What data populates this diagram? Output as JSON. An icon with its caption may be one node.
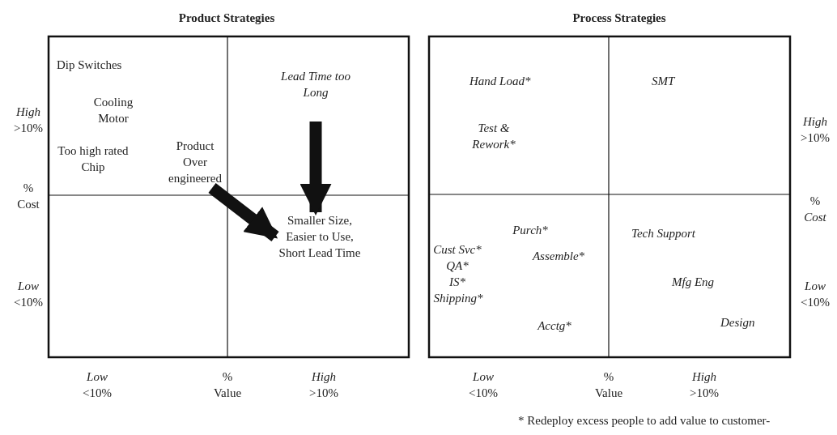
{
  "diagram": {
    "nodes": [
      {
        "text": [
          "Product Over engineered"
        ]
      },
      {
        "text": [
          "Lead Time too Long"
        ]
      },
      {
        "text": [
          "Smaller Size, Easier to Use, Short Lead Time"
        ]
      }
    ],
    "edges": [
      {
        "from": 1,
        "to": 2,
        "arrow": "to"
      },
      {
        "from": 0,
        "to": 2,
        "arrow": "to"
      }
    ],
    "labels": [
      "Product Strategies",
      "Process Strategies",
      "Dip Switches",
      "Cooling Motor",
      "Too high rated Chip",
      "Hand Load*",
      "SMT",
      "Test & Rework*",
      "Purch*",
      "Tech Support",
      "Cust Svc*",
      "Assemble*",
      "QA*",
      "IS*",
      "Mfg Eng",
      "Shipping*",
      "Acctg*",
      "Design",
      "*High* >10%",
      "% Cost",
      "*Low* <10%",
      "*High* >10%",
      "% *Cost*",
      "*Low* <10%",
      "*Low* <10%",
      "% Value",
      "*High* >10%",
      "*Low* <10%",
      "% Value",
      "*High* >10%",
      "* Redeploy excess people to add value to customer-"
    ]
  }
}
